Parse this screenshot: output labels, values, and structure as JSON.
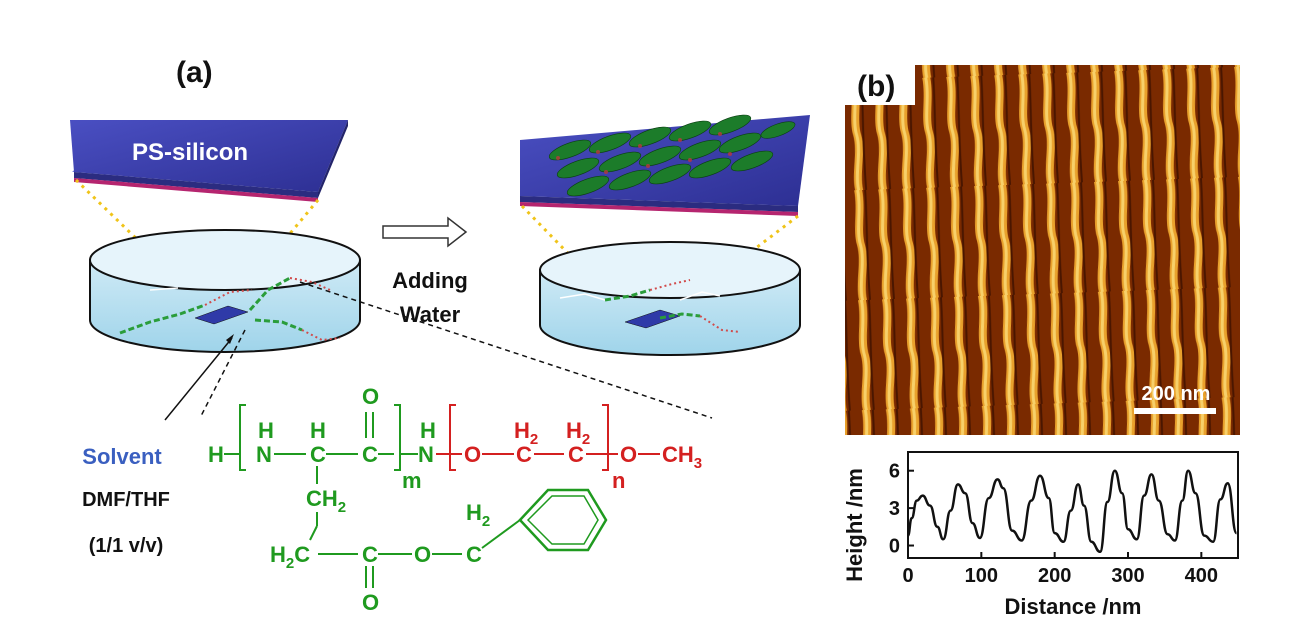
{
  "panel_a": {
    "label": "(a)",
    "substrate_label": "PS-silicon",
    "arrow_label_line1": "Adding",
    "arrow_label_line2": "Water",
    "solvent_label": "Solvent",
    "solvent_mix": "DMF/THF",
    "solvent_ratio": "(1/1 v/v)",
    "structure": {
      "h_end": "H",
      "nh1_h": "H",
      "nh1_n": "N",
      "ch_h": "H",
      "c1": "C",
      "o_double1": "O",
      "c2": "C",
      "sub_m": "m",
      "nh2_h": "H",
      "nh2_n": "N",
      "o_ether": "O",
      "h2_a": "H",
      "sub2_a": "2",
      "c3": "C",
      "h2_b": "H",
      "sub2_b": "2",
      "c4": "C",
      "sub_n": "n",
      "o_end": "O",
      "ch3_text": "CH",
      "sub3": "3",
      "ch2_text": "CH",
      "sub2_c": "2",
      "h2c_h": "H",
      "h2c_sub": "2",
      "h2c_c": "C",
      "c_ester": "C",
      "o_ester": "O",
      "o_double2": "O",
      "h2_d": "H",
      "sub2_d": "2",
      "c_benzyl": "C"
    },
    "colors": {
      "peptide": "#1f9a1f",
      "peo": "#d42020",
      "solvent_blue": "#3a5fc0"
    }
  },
  "panel_b": {
    "label": "(b)",
    "scale_bar": "200 nm",
    "chart_data": {
      "type": "line",
      "xlabel": "Distance /nm",
      "ylabel": "Height /nm",
      "xlim": [
        0,
        450
      ],
      "ylim": [
        -1,
        7.5
      ],
      "xticks": [
        0,
        100,
        200,
        300,
        400
      ],
      "yticks": [
        0,
        3,
        6
      ],
      "series": [
        {
          "x": [
            0,
            5,
            12,
            20,
            30,
            40,
            48,
            58,
            68,
            78,
            88,
            98,
            110,
            122,
            130,
            142,
            155,
            168,
            180,
            192,
            200,
            212,
            222,
            232,
            240,
            250,
            262,
            272,
            282,
            292,
            300,
            312,
            322,
            332,
            342,
            354,
            364,
            374,
            382,
            392,
            404,
            416,
            426,
            436,
            448
          ],
          "values": [
            0.8,
            2.2,
            3.6,
            4.0,
            3.2,
            1.5,
            0.5,
            2.8,
            4.9,
            4.2,
            1.8,
            0.6,
            3.8,
            5.3,
            4.6,
            1.2,
            0.4,
            3.6,
            5.6,
            3.8,
            1.0,
            0.3,
            2.8,
            4.9,
            3.2,
            0.3,
            -0.5,
            3.5,
            6.0,
            4.2,
            1.3,
            0.5,
            4.0,
            5.7,
            3.6,
            0.9,
            0.4,
            3.6,
            6.0,
            4.2,
            0.8,
            0.3,
            3.7,
            5.0,
            1.0
          ]
        }
      ]
    }
  }
}
